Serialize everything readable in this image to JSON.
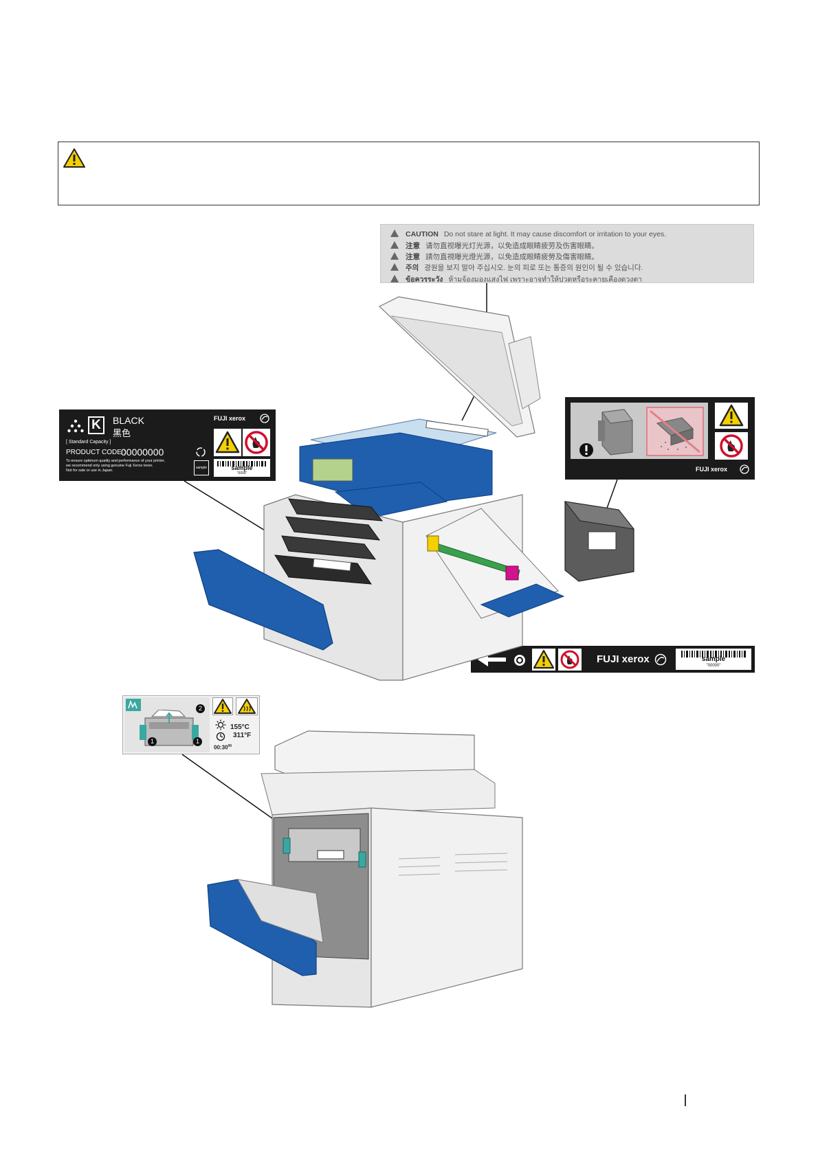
{
  "caution_label": {
    "lines": [
      {
        "head": "CAUTION",
        "text": "Do not stare at light. It may cause discomfort or irritation to your eyes."
      },
      {
        "head": "注意",
        "text": "请勿直视曝光灯光源，以免造成眼睛疲劳及伤害眼睛。"
      },
      {
        "head": "注意",
        "text": "請勿直視曝光燈光源，以免造成眼睛疲勞及傷害眼睛。"
      },
      {
        "head": "주의",
        "text": "광원을 보지 말아 주십시오. 눈의 피로 또는 통증의 원인이 될 수 있습니다."
      },
      {
        "head": "ข้อควรระวัง",
        "text": "ห้ามจ้องมองแสงไฟ เพราะอาจทำให้ปวดหรือระคายเคืองดวงตา"
      }
    ]
  },
  "toner_label": {
    "color_letter": "K",
    "color_name": "BLACK",
    "color_name_cjk": "黑色",
    "capacity": "[ Standard Capacity ]",
    "product_code_label": "PRODUCT CODE :",
    "product_code": "00000000",
    "notes": [
      "To ensure optimum quality and performance of your printer,",
      "we recommend only using genuine Fuji Xerox toner.",
      "Not for sale or use in Japan."
    ],
    "brand": "FUJI xerox",
    "barcode_text": "sample",
    "barcode_number": "\"0000\"",
    "small_box_text": "sample"
  },
  "waste_label": {
    "brand": "FUJI xerox"
  },
  "strip_label": {
    "brand": "FUJI xerox",
    "barcode_text": "sample",
    "barcode_number": "\"00000\""
  },
  "fuser_label": {
    "step_1": "1",
    "step_2": "2",
    "temp_c": "155°C",
    "temp_f": "311°F",
    "time": "00:30",
    "time_sup": "00"
  },
  "colors": {
    "printer_blue": "#1f5fae",
    "label_black": "#1b1b1b",
    "warning_yellow": "#f4d000",
    "prohibit_red": "#d0102a",
    "fuser_green": "#3aa8a0"
  }
}
